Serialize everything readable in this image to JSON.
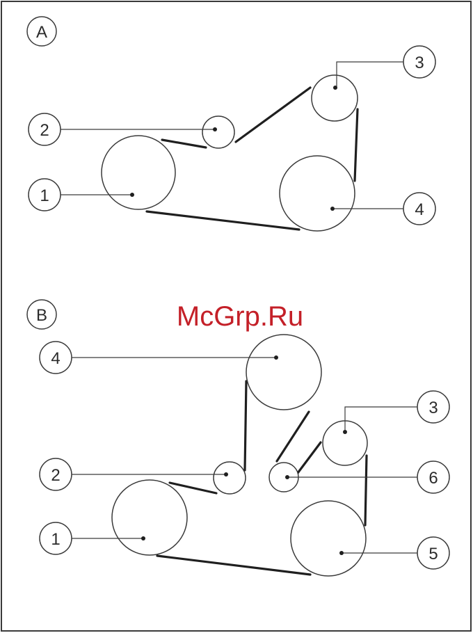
{
  "watermark": "McGrp.Ru",
  "diagrams": [
    {
      "id": "A",
      "label": "A",
      "callouts": [
        "1",
        "2",
        "3",
        "4"
      ]
    },
    {
      "id": "B",
      "label": "B",
      "callouts": [
        "1",
        "2",
        "3",
        "4",
        "5",
        "6"
      ]
    }
  ],
  "colors": {
    "border": "#3a3a3a",
    "line": "#2b2b2b",
    "belt": "#1f1f1f",
    "watermark": "#c42028"
  }
}
